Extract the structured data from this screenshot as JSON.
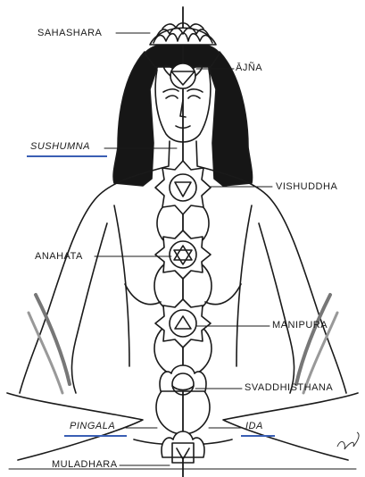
{
  "labels": {
    "sahashara": "SAHASHARA",
    "ajna": "ĀJÑA",
    "sushumna": "SUSHUMNA",
    "vishuddha": "VISHUDDHA",
    "anahata": "ANAHATA",
    "manipura": "MANIPURA",
    "svaddhisthana": "SVADDHISTHANA",
    "pingala": "PINGALA",
    "ida": "IDA",
    "muladhara": "MULADHARA"
  },
  "colors": {
    "ink": "#1a1a1a",
    "hair": "#161616",
    "underline": "#3a5fb4",
    "paper": "#ffffff"
  }
}
